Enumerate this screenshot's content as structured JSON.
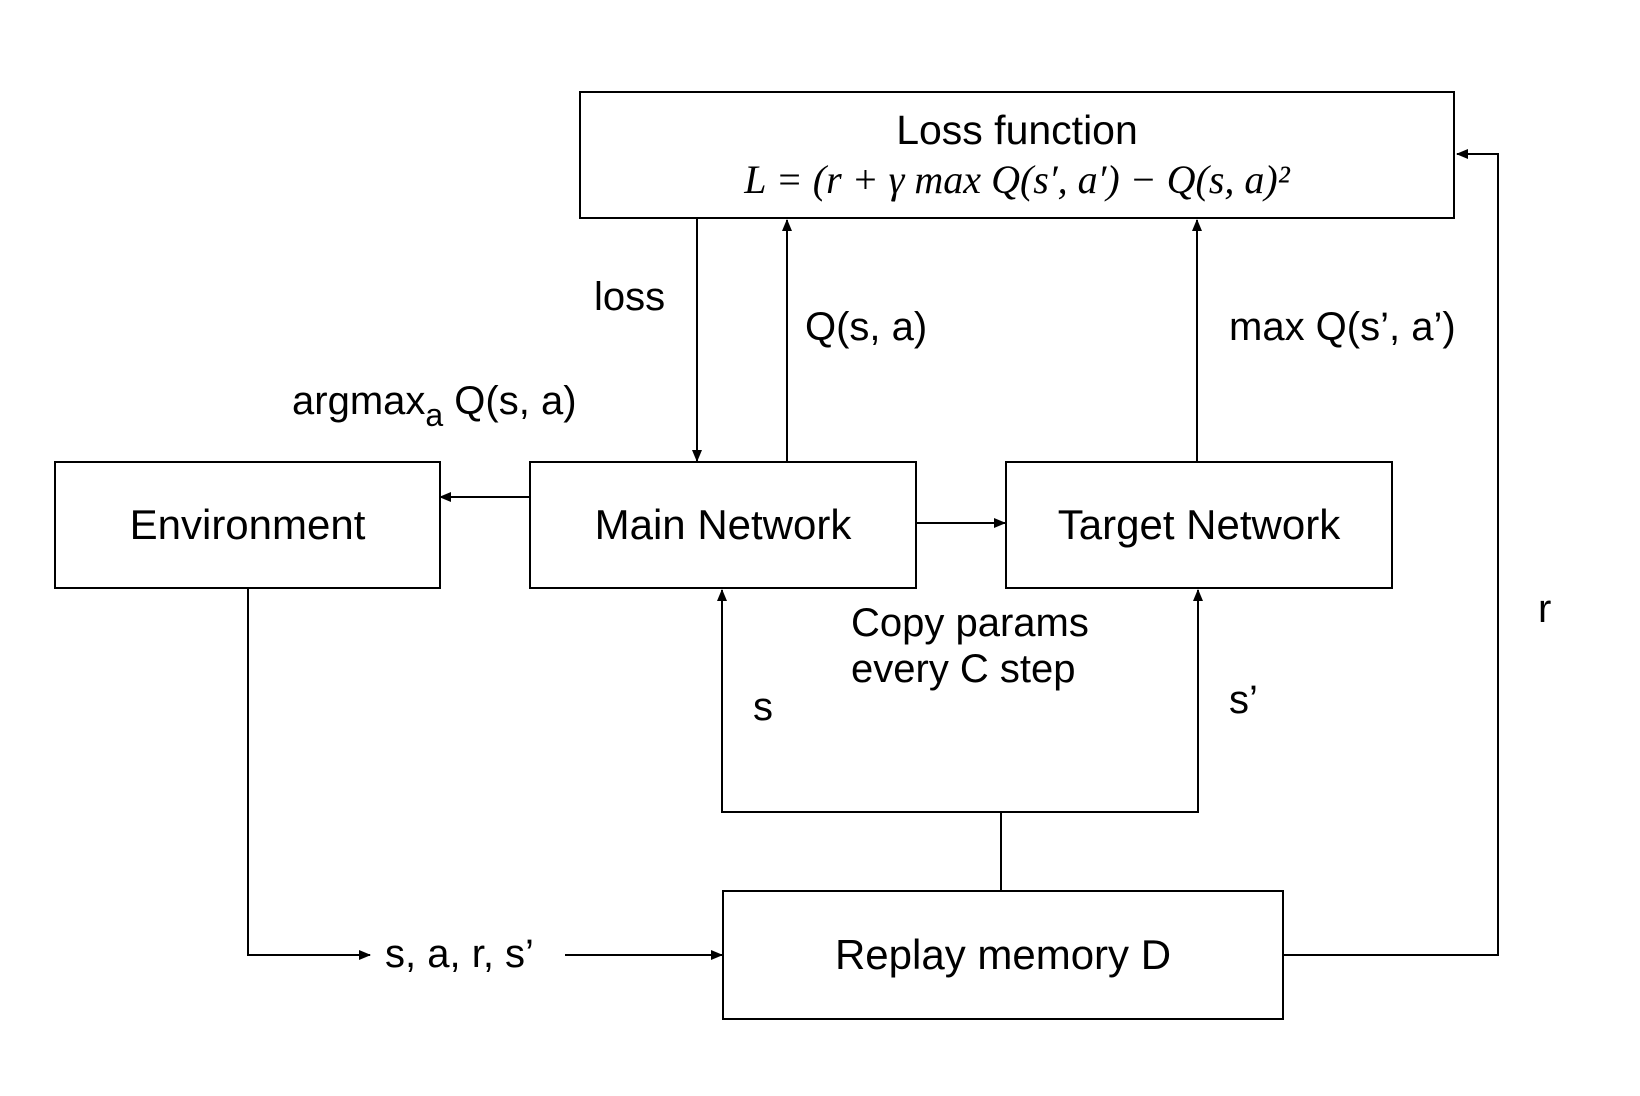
{
  "boxes": {
    "loss": {
      "title": "Loss function",
      "formula": "L = (r + γ max Q(s′, a′) − Q(s, a)²"
    },
    "environment": "Environment",
    "main_network": "Main Network",
    "target_network": "Target Network",
    "replay_memory": "Replay memory D"
  },
  "labels": {
    "loss": "loss",
    "q_sa": "Q(s, a)",
    "max_q": "max Q(s’, a’)",
    "argmax_prefix": "argmax",
    "argmax_sub": "a",
    "argmax_suffix": " Q(s, a)",
    "copy_params_line1": "Copy params",
    "copy_params_line2": "every C step",
    "s": "s",
    "s_prime": "s’",
    "r": "r",
    "transition": "s, a, r, s’"
  }
}
